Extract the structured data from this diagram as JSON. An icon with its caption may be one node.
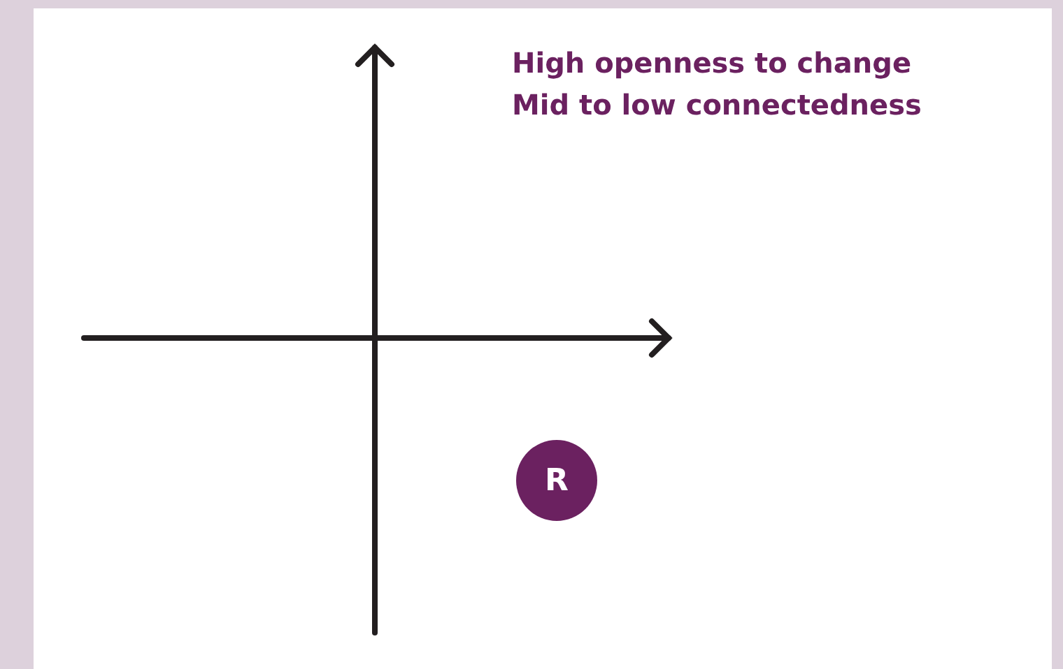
{
  "diagram": {
    "nodes": [
      {
        "text": [
          "R"
        ]
      }
    ],
    "labels": [
      "High openness to change",
      "Mid to low connectedness"
    ]
  }
}
